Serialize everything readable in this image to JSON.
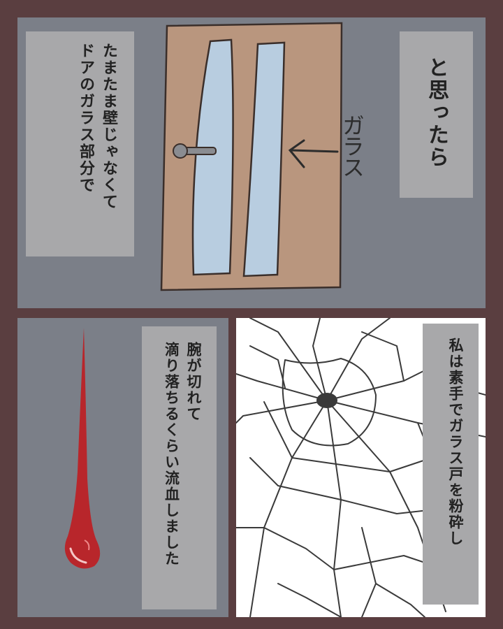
{
  "panel_top": {
    "caption_left_lines": [
      "たまたま壁じゃなくて",
      "ドアのガラス部分で"
    ],
    "caption_right": "と思ったら",
    "door_label": "ガラス"
  },
  "panel_bottom_left": {
    "caption_lines": [
      "腕が切れて",
      "滴り落ちるくらい流血しました"
    ]
  },
  "panel_bottom_right": {
    "caption": "私は素手でガラス戸を粉砕し"
  },
  "colors": {
    "border": "#5a3e40",
    "panel_gray": "#7b7f88",
    "caption_gray": "#a8a8aa",
    "door_brown": "#b9967e",
    "glass_blue": "#b8cde0",
    "blood_red": "#b8262b"
  }
}
